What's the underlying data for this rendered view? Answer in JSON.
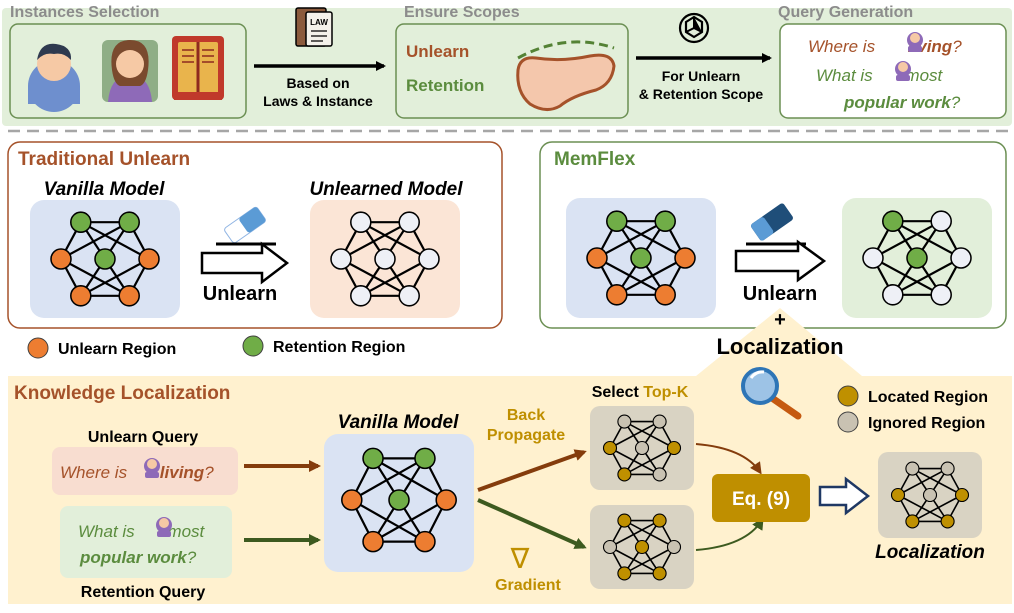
{
  "top": {
    "instances_title": "Instances Selection",
    "scopes_title": "Ensure Scopes",
    "query_title": "Query Generation",
    "law_badge": "LAW",
    "based_on_line1": "Based on",
    "based_on_line2": "Laws & Instance",
    "unlearn_label": "Unlearn",
    "retention_label": "Retention",
    "for_line1": "For Unlearn",
    "for_line2": "& Retention Scope",
    "q1_pre": "Where is ",
    "q1_bold": "living",
    "q1_post": "?",
    "q2_pre": "What is ",
    "q2_post": " most",
    "q2_bold": "popular work",
    "q2_end": "?"
  },
  "traditional": {
    "title": "Traditional Unlearn",
    "vanilla_label": "Vanilla Model",
    "unlearned_label": "Unlearned Model",
    "arrow_label": "Unlearn"
  },
  "memflex": {
    "title": "MemFlex",
    "arrow_label": "Unlearn",
    "plus": "+",
    "localization": "Localization"
  },
  "legend": {
    "unlearn_region": "Unlearn Region",
    "retention_region": "Retention Region",
    "located_region": "Located Region",
    "ignored_region": "Ignored Region"
  },
  "knowledge": {
    "title": "Knowledge Localization",
    "unlearn_query_label": "Unlearn Query",
    "uq_pre": "Where is ",
    "uq_bold": "living",
    "uq_post": "?",
    "rq_pre": "What is ",
    "rq_post": " most",
    "rq_bold": "popular work",
    "rq_end": "?",
    "retention_query_label": "Retention Query",
    "vanilla_label": "Vanilla Model",
    "back_line1": "Back",
    "back_line2": "Propagate",
    "select_prefix": "Select ",
    "select_topk": "Top-K",
    "gradient_symbol": "∇",
    "gradient_label": "Gradient",
    "eq_label": "Eq. (9)",
    "localization_label": "Localization"
  },
  "colors": {
    "unlearn_node": "#ED7D31",
    "retention_node": "#70AD47",
    "white_node": "#EEF0F6",
    "located_node": "#BF9000",
    "ignored_node": "#C9C2B2",
    "section_border_brown": "#A5522A",
    "section_border_green": "#6B8F53",
    "knowledge_bg": "#FFF1CF",
    "gold_text": "#BF8F00",
    "unlearn_arrow": "#843C0C",
    "retention_arrow": "#3D5A1F"
  }
}
